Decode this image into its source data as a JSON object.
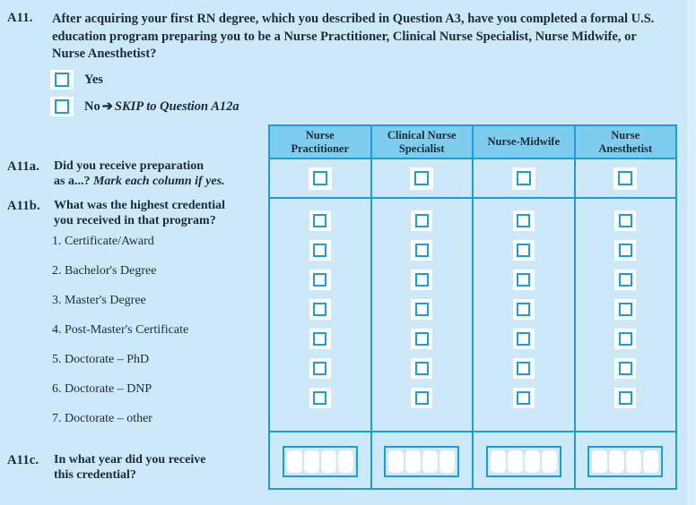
{
  "question": {
    "number": "A11.",
    "text": "After acquiring your first RN degree, which you described in Question A3, have you completed a formal U.S. education program preparing you to be a Nurse Practitioner, Clinical Nurse Specialist, Nurse Midwife, or Nurse Anesthetist?"
  },
  "options": [
    {
      "label": "Yes",
      "skip": ""
    },
    {
      "label": "No",
      "arrow": "➔",
      "skip": "SKIP to Question A12a"
    }
  ],
  "columns": [
    {
      "line1": "Nurse",
      "line2": "Practitioner"
    },
    {
      "line1": "Clinical Nurse",
      "line2": "Specialist"
    },
    {
      "line1": "Nurse-Midwife",
      "line2": ""
    },
    {
      "line1": "Nurse",
      "line2": "Anesthetist"
    }
  ],
  "subquestions": {
    "a11a": {
      "number": "A11a.",
      "line1": "Did you receive preparation",
      "line2_plain": "as  a...? ",
      "line2_italic": "Mark each column if yes."
    },
    "a11b": {
      "number": "A11b.",
      "line1": "What was the highest credential",
      "line2": "you received in that program?"
    },
    "a11c": {
      "number": "A11c.",
      "line1": "In what year did you receive",
      "line2": "this credential?"
    }
  },
  "credentials": [
    "1. Certificate/Award",
    "2. Bachelor's Degree",
    "3. Master's Degree",
    "4. Post-Master's Certificate",
    "5. Doctorate – PhD",
    "6. Doctorate – DNP",
    "7. Doctorate – other"
  ],
  "year_entry": {
    "digit_count": 4,
    "value": ""
  },
  "colors": {
    "page_background": "#cde8f8",
    "margin_background": "#d9eefb",
    "header_background": "#7fcdee",
    "rule": "#1b9dd9",
    "checkbox_outline": "#1b9dd9",
    "checkbox_fill": "#ffffff",
    "text": "#1c2b3a"
  }
}
